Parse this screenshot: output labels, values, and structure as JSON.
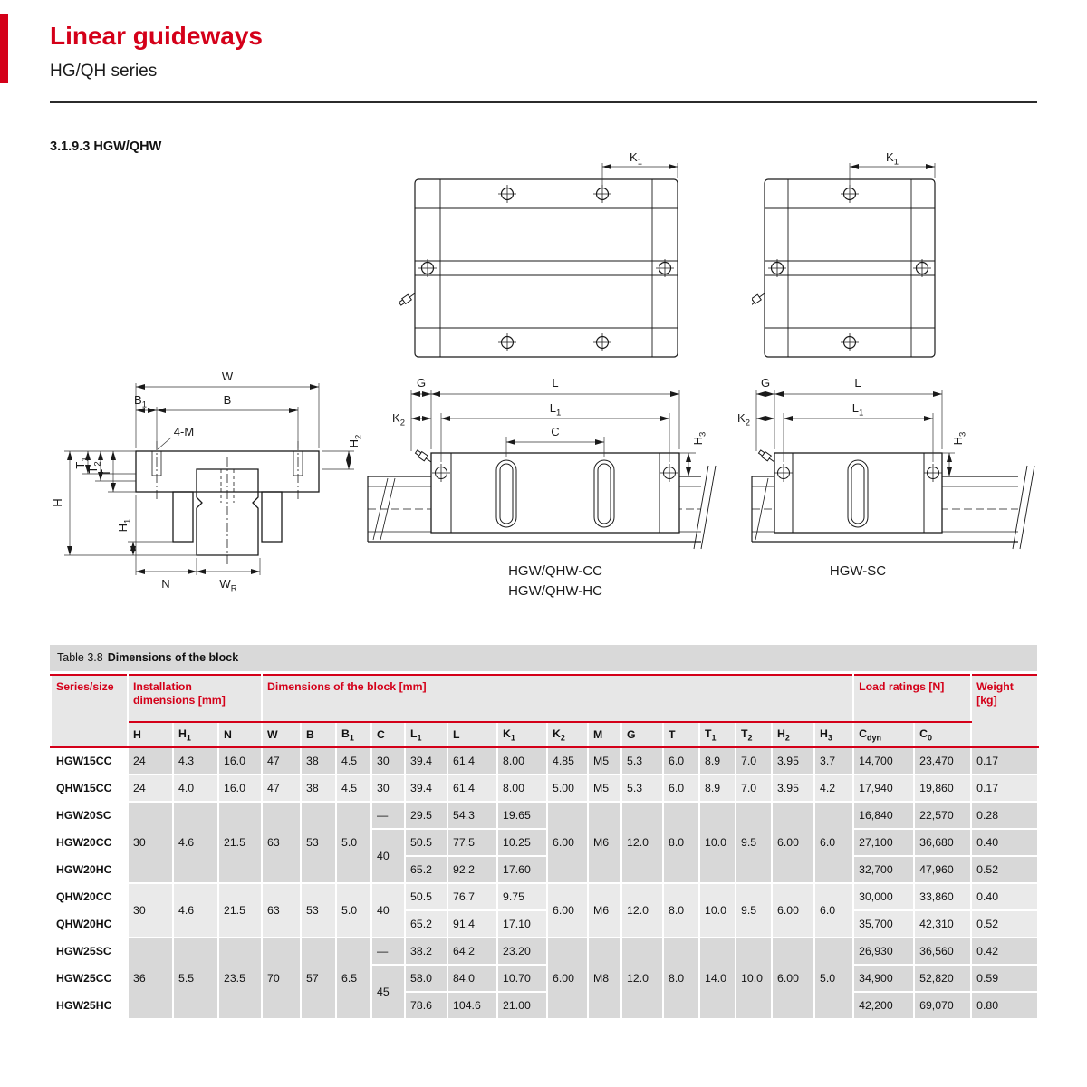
{
  "header": {
    "title": "Linear guideways",
    "subtitle": "HG/QH series",
    "section": "3.1.9.3 HGW/QHW"
  },
  "figures": {
    "captions": {
      "cc": "HGW/QHW-CC",
      "hc": "HGW/QHW-HC",
      "sc": "HGW-SC"
    },
    "dims": {
      "W": {
        "b": "W"
      },
      "B": {
        "b": "B"
      },
      "B1": {
        "b": "B",
        "s": "1"
      },
      "M4": {
        "b": "4-M"
      },
      "H": {
        "b": "H"
      },
      "H1": {
        "b": "H",
        "s": "1"
      },
      "H2": {
        "b": "H",
        "s": "2"
      },
      "H3": {
        "b": "H",
        "s": "3"
      },
      "T": {
        "b": "T"
      },
      "T1": {
        "b": "T",
        "s": "1"
      },
      "T2": {
        "b": "T",
        "s": "2"
      },
      "N": {
        "b": "N"
      },
      "WR": {
        "b": "W",
        "s": "R"
      },
      "K1": {
        "b": "K",
        "s": "1"
      },
      "K2": {
        "b": "K",
        "s": "2"
      },
      "G": {
        "b": "G"
      },
      "L": {
        "b": "L"
      },
      "L1": {
        "b": "L",
        "s": "1"
      },
      "C": {
        "b": "C"
      }
    }
  },
  "table": {
    "caption_prefix": "Table 3.8",
    "caption": "Dimensions of the block",
    "groups": {
      "series": "Series/size",
      "install": "Installation dimensions [mm]",
      "block": "Dimensions of the block [mm]",
      "load": "Load ratings [N]",
      "weight": "Weight [kg]"
    },
    "columns": [
      {
        "key": "h",
        "b": "H"
      },
      {
        "key": "h1",
        "b": "H",
        "s": "1"
      },
      {
        "key": "n",
        "b": "N"
      },
      {
        "key": "w",
        "b": "W"
      },
      {
        "key": "b",
        "b": "B"
      },
      {
        "key": "b1",
        "b": "B",
        "s": "1"
      },
      {
        "key": "c",
        "b": "C"
      },
      {
        "key": "l1",
        "b": "L",
        "s": "1"
      },
      {
        "key": "l",
        "b": "L"
      },
      {
        "key": "k1",
        "b": "K",
        "s": "1"
      },
      {
        "key": "k2",
        "b": "K",
        "s": "2"
      },
      {
        "key": "m",
        "b": "M"
      },
      {
        "key": "g",
        "b": "G"
      },
      {
        "key": "t",
        "b": "T"
      },
      {
        "key": "t1",
        "b": "T",
        "s": "1"
      },
      {
        "key": "t2",
        "b": "T",
        "s": "2"
      },
      {
        "key": "h2",
        "b": "H",
        "s": "2"
      },
      {
        "key": "h3",
        "b": "H",
        "s": "3"
      },
      {
        "key": "cdyn",
        "b": "C",
        "s": "dyn"
      },
      {
        "key": "c0",
        "b": "C",
        "s": "0"
      }
    ],
    "rows": [
      {
        "series": "HGW15CC",
        "shade": "a",
        "cells": [
          "24",
          "4.3",
          "16.0",
          "47",
          "38",
          "4.5",
          "30",
          "39.4",
          "61.4",
          "8.00",
          "4.85",
          "M5",
          "5.3",
          "6.0",
          "8.9",
          "7.0",
          "3.95",
          "3.7",
          "14,700",
          "23,470",
          "0.17"
        ]
      },
      {
        "series": "QHW15CC",
        "shade": "b",
        "cells": [
          "24",
          "4.0",
          "16.0",
          "47",
          "38",
          "4.5",
          "30",
          "39.4",
          "61.4",
          "8.00",
          "5.00",
          "M5",
          "5.3",
          "6.0",
          "8.9",
          "7.0",
          "3.95",
          "4.2",
          "17,940",
          "19,860",
          "0.17"
        ]
      },
      {
        "series": "HGW20SC",
        "shade": "a",
        "cells": [
          {
            "v": "30",
            "rs": 3
          },
          {
            "v": "4.6",
            "rs": 3
          },
          {
            "v": "21.5",
            "rs": 3
          },
          {
            "v": "63",
            "rs": 3
          },
          {
            "v": "53",
            "rs": 3
          },
          {
            "v": "5.0",
            "rs": 3
          },
          "—",
          "29.5",
          "54.3",
          "19.65",
          {
            "v": "6.00",
            "rs": 3
          },
          {
            "v": "M6",
            "rs": 3
          },
          {
            "v": "12.0",
            "rs": 3
          },
          {
            "v": "8.0",
            "rs": 3
          },
          {
            "v": "10.0",
            "rs": 3
          },
          {
            "v": "9.5",
            "rs": 3
          },
          {
            "v": "6.00",
            "rs": 3
          },
          {
            "v": "6.0",
            "rs": 3
          },
          "16,840",
          "22,570",
          "0.28"
        ]
      },
      {
        "series": "HGW20CC",
        "shade": "a",
        "cells": [
          {
            "v": "40",
            "rs": 2
          },
          "50.5",
          "77.5",
          "10.25",
          "27,100",
          "36,680",
          "0.40"
        ]
      },
      {
        "series": "HGW20HC",
        "shade": "a",
        "cells": [
          "65.2",
          "92.2",
          "17.60",
          "32,700",
          "47,960",
          "0.52"
        ]
      },
      {
        "series": "QHW20CC",
        "shade": "b",
        "cells": [
          {
            "v": "30",
            "rs": 2
          },
          {
            "v": "4.6",
            "rs": 2
          },
          {
            "v": "21.5",
            "rs": 2
          },
          {
            "v": "63",
            "rs": 2
          },
          {
            "v": "53",
            "rs": 2
          },
          {
            "v": "5.0",
            "rs": 2
          },
          {
            "v": "40",
            "rs": 2
          },
          "50.5",
          "76.7",
          "9.75",
          {
            "v": "6.00",
            "rs": 2
          },
          {
            "v": "M6",
            "rs": 2
          },
          {
            "v": "12.0",
            "rs": 2
          },
          {
            "v": "8.0",
            "rs": 2
          },
          {
            "v": "10.0",
            "rs": 2
          },
          {
            "v": "9.5",
            "rs": 2
          },
          {
            "v": "6.00",
            "rs": 2
          },
          {
            "v": "6.0",
            "rs": 2
          },
          "30,000",
          "33,860",
          "0.40"
        ]
      },
      {
        "series": "QHW20HC",
        "shade": "b",
        "cells": [
          "65.2",
          "91.4",
          "17.10",
          "35,700",
          "42,310",
          "0.52"
        ]
      },
      {
        "series": "HGW25SC",
        "shade": "a",
        "cells": [
          {
            "v": "36",
            "rs": 3
          },
          {
            "v": "5.5",
            "rs": 3
          },
          {
            "v": "23.5",
            "rs": 3
          },
          {
            "v": "70",
            "rs": 3
          },
          {
            "v": "57",
            "rs": 3
          },
          {
            "v": "6.5",
            "rs": 3
          },
          "—",
          "38.2",
          "64.2",
          "23.20",
          {
            "v": "6.00",
            "rs": 3
          },
          {
            "v": "M8",
            "rs": 3
          },
          {
            "v": "12.0",
            "rs": 3
          },
          {
            "v": "8.0",
            "rs": 3
          },
          {
            "v": "14.0",
            "rs": 3
          },
          {
            "v": "10.0",
            "rs": 3
          },
          {
            "v": "6.00",
            "rs": 3
          },
          {
            "v": "5.0",
            "rs": 3
          },
          "26,930",
          "36,560",
          "0.42"
        ]
      },
      {
        "series": "HGW25CC",
        "shade": "a",
        "cells": [
          {
            "v": "45",
            "rs": 2
          },
          "58.0",
          "84.0",
          "10.70",
          "34,900",
          "52,820",
          "0.59"
        ]
      },
      {
        "series": "HGW25HC",
        "shade": "a",
        "cells": [
          "78.6",
          "104.6",
          "21.00",
          "42,200",
          "69,070",
          "0.80"
        ]
      }
    ]
  },
  "colors": {
    "accent": "#d40019"
  }
}
